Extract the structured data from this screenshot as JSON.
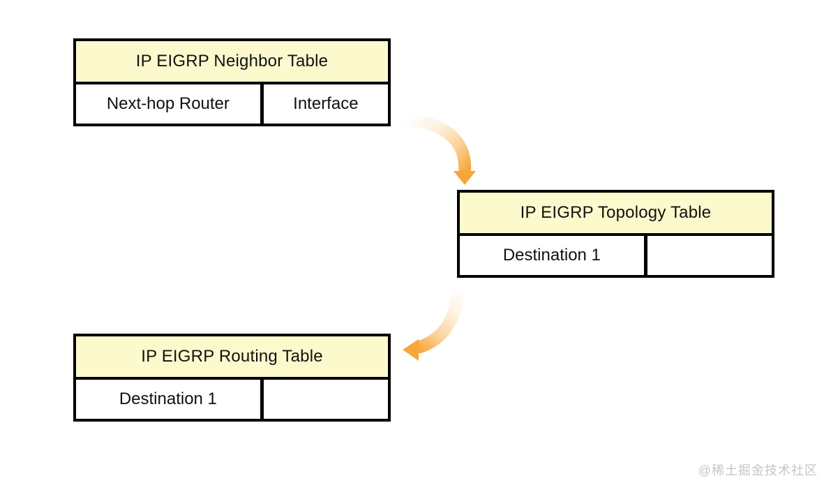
{
  "page": {
    "watermark": "@稀土掘金技术社区"
  },
  "colors": {
    "table_border": "#000000",
    "table_header_bg": "#fcfacd",
    "table_cell_bg": "#ffffff",
    "text": "#111111",
    "arrow_orange": "#f7a738",
    "watermark_gray": "#c6c6c6",
    "page_bg": "#ffffff"
  },
  "tables": [
    {
      "id": "neighbor",
      "title": "IP EIGRP Neighbor Table",
      "cells": [
        "Next-hop Router",
        "Interface"
      ]
    },
    {
      "id": "topology",
      "title": "IP EIGRP Topology Table",
      "cells": [
        "Destination 1",
        ""
      ]
    },
    {
      "id": "routing",
      "title": "IP EIGRP Routing Table",
      "cells": [
        "Destination 1",
        ""
      ]
    }
  ],
  "arrows": [
    {
      "name": "neighbor-to-topology",
      "description": "curved gradient arrow pointing down",
      "color": "#f7a738"
    },
    {
      "name": "topology-to-routing",
      "description": "curved gradient arrow pointing left",
      "color": "#f7a738"
    }
  ]
}
